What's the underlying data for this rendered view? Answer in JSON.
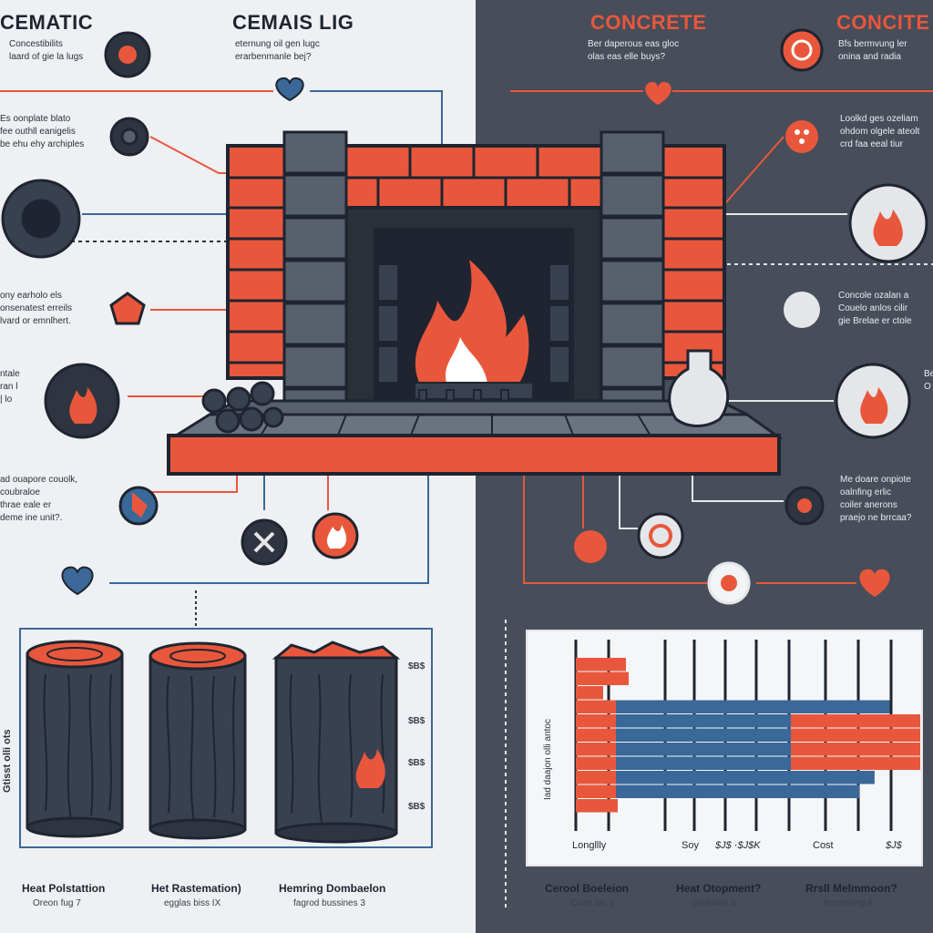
{
  "headings": {
    "left_main": "CEMATIC",
    "center_left": "CEMAIS LIG",
    "center_right": "CONCRETE",
    "right_main": "CONCITE"
  },
  "subtitles": {
    "left_main": "Concestibilits\nlaard of gie la lugs",
    "center_left": "eternung oil gen lugc\nerarbenmanle bej?",
    "center_right": "Ber daperous eas gloc\nolas eas elle buys?",
    "right_main": "Bfs bermvung ler\nonina and radia"
  },
  "left_notes": [
    "Es oonplate blato\nfee outhll eanigelis\nbe ehu ehy archiples",
    "ony earholo els\nonsenatest erreils\nlvard or emnlhert.",
    "ntale\nran l\n| lo",
    "ad ouapore couolk,\ncoubraloe\nthrae eale er\ndeme ine unit?."
  ],
  "right_notes": [
    "Loolkd ges ozeliam\nohdom olgele ateolt\ncrd faa eeal tiur",
    "Concole ozalan a\nCouelo anlos cilir\ngie Brelae er ctole",
    "Me doare onpiote\noalnfing erlic\ncoiler anerons\npraejo ne brrcaa?"
  ],
  "right_edge_note": "Be\nO",
  "log_labels": [
    "$B$",
    "$B$",
    "$B$",
    "$B$"
  ],
  "log_side_label": "Gtisst olli ots",
  "log_captions": [
    {
      "title": "Heat Polstattion",
      "sub": "Oreon fug 7"
    },
    {
      "title": "Het Rastemation)",
      "sub": "egglas biss IX"
    },
    {
      "title": "Hemring Dombaelon",
      "sub": "fagrod bussines 3"
    }
  ],
  "chart_captions": [
    {
      "title": "Cerool Boeleion",
      "sub": "Cooe fas 9"
    },
    {
      "title": "Heat Otopment?",
      "sub": "Gelledas 8"
    },
    {
      "title": "Rrsll Melmmoon?",
      "sub": "brnrearing 8"
    }
  ],
  "chart_data": {
    "type": "bar",
    "title": "",
    "ylabel": "Iad daajon olli antoc",
    "x_tick_labels": [
      "Longllly",
      "Soy",
      "$J$ ·$J$K",
      "Cost",
      "$J$"
    ],
    "series": [
      {
        "color": "#e8573c",
        "values": [
          0.55,
          0.58,
          0.3,
          0.5,
          0.45,
          0.48,
          0.47,
          0.44,
          0.49,
          0.48,
          0.46
        ]
      },
      {
        "color": "#3a6898",
        "values": [
          0.0,
          0.0,
          0.0,
          0.9,
          1.0,
          1.0,
          1.0,
          1.0,
          0.85,
          0.8,
          0.0
        ]
      },
      {
        "color": "#e8573c",
        "values": [
          0.0,
          0.0,
          0.0,
          0.0,
          1.0,
          1.0,
          1.0,
          1.0,
          0.0,
          0.0,
          0.0
        ]
      }
    ]
  },
  "colors": {
    "accent_red": "#e8573c",
    "dark": "#2f3540",
    "blue": "#3a6898",
    "panel_dark": "#474d59"
  },
  "icons": [
    "heart-icon",
    "flame-icon",
    "ring-icon",
    "shield-icon",
    "star-icon",
    "cross-icon"
  ]
}
